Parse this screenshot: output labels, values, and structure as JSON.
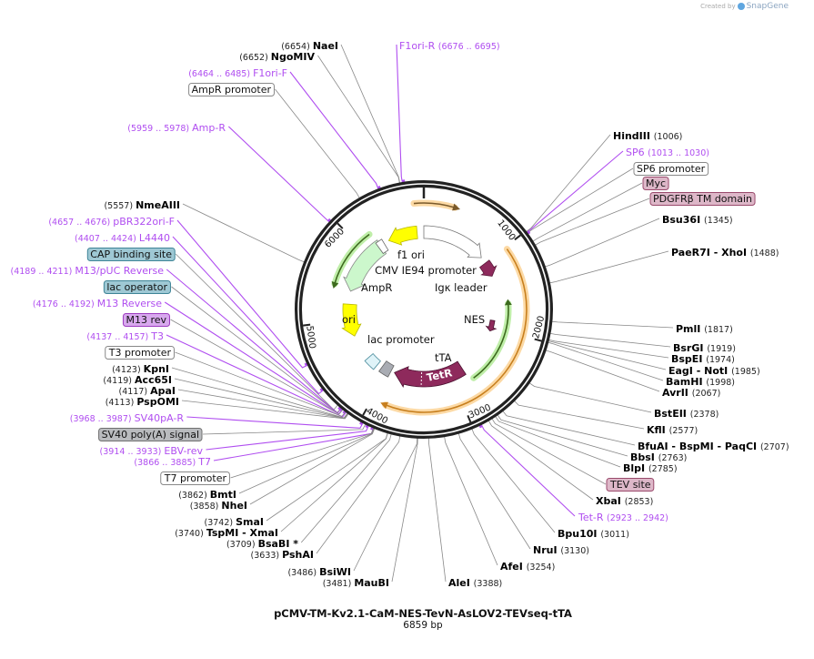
{
  "credit": {
    "prefix": "Created by",
    "brand": "SnapGene"
  },
  "plasmid": {
    "name": "pCMV-TM-Kv2.1-CaM-NES-TevN-AsLOV2-TEVseq-tTA",
    "length_label": "6859 bp",
    "length": 6859
  },
  "colors": {
    "primer": "#b04ef0",
    "site_line": "#888888"
  },
  "ticks": [
    "1000",
    "2000",
    "3000",
    "4000",
    "5000",
    "6000"
  ],
  "labels": [
    {
      "type": "enzyme",
      "name": "NaeI",
      "pos": 6654
    },
    {
      "type": "enzyme",
      "name": "NgoMIV",
      "pos": 6652
    },
    {
      "type": "primer",
      "name": "F1ori-F",
      "range": "6464 .. 6485",
      "pos": 6464
    },
    {
      "type": "feature",
      "name": "AmpR promoter",
      "style": "plain"
    },
    {
      "type": "primer",
      "name": "Amp-R",
      "range": "5959 .. 5978",
      "pos": 5959
    },
    {
      "type": "enzyme",
      "name": "NmeAIII",
      "pos": 5557
    },
    {
      "type": "primer",
      "name": "pBR322ori-F",
      "range": "4657 .. 4676",
      "pos": 4657
    },
    {
      "type": "primer",
      "name": "L4440",
      "range": "4407 .. 4424",
      "pos": 4407
    },
    {
      "type": "feature",
      "name": "CAP binding site",
      "style": "teal"
    },
    {
      "type": "primer",
      "name": "M13/pUC Reverse",
      "range": "4189 .. 4211",
      "pos": 4189
    },
    {
      "type": "feature",
      "name": "lac operator",
      "style": "teal"
    },
    {
      "type": "primer",
      "name": "M13 Reverse",
      "range": "4176 .. 4192",
      "pos": 4176
    },
    {
      "type": "feature",
      "name": "M13 rev",
      "style": "violet"
    },
    {
      "type": "primer",
      "name": "T3",
      "range": "4137 .. 4157",
      "pos": 4137
    },
    {
      "type": "feature",
      "name": "T3 promoter",
      "style": "plain"
    },
    {
      "type": "enzyme",
      "name": "KpnI",
      "pos": 4123
    },
    {
      "type": "enzyme",
      "name": "Acc65I",
      "pos": 4119
    },
    {
      "type": "enzyme",
      "name": "ApaI",
      "pos": 4117
    },
    {
      "type": "enzyme",
      "name": "PspOMI",
      "pos": 4113
    },
    {
      "type": "primer",
      "name": "SV40pA-R",
      "range": "3968 .. 3987",
      "pos": 3968
    },
    {
      "type": "feature",
      "name": "SV40 poly(A) signal",
      "style": "grey"
    },
    {
      "type": "primer",
      "name": "EBV-rev",
      "range": "3914 .. 3933",
      "pos": 3914
    },
    {
      "type": "primer",
      "name": "T7",
      "range": "3866 .. 3885",
      "pos": 3866
    },
    {
      "type": "feature",
      "name": "T7 promoter",
      "style": "plain"
    },
    {
      "type": "enzyme",
      "name": "BmtI",
      "pos": 3862
    },
    {
      "type": "enzyme",
      "name": "NheI",
      "pos": 3858
    },
    {
      "type": "enzyme",
      "name": "SmaI",
      "pos": 3742
    },
    {
      "type": "enzyme",
      "name": "TspMI   - XmaI",
      "pos": 3740
    },
    {
      "type": "enzyme",
      "name": "BsaBI *",
      "pos": 3709
    },
    {
      "type": "enzyme",
      "name": "PshAI",
      "pos": 3633
    },
    {
      "type": "enzyme",
      "name": "BsiWI",
      "pos": 3486
    },
    {
      "type": "enzyme",
      "name": "MauBI",
      "pos": 3481
    },
    {
      "type": "primer",
      "name": "F1ori-R",
      "range": "6676 .. 6695",
      "pos": 6676
    },
    {
      "type": "enzyme",
      "name": "AleI",
      "pos": 3388
    },
    {
      "type": "enzyme",
      "name": "AfeI",
      "pos": 3254
    },
    {
      "type": "enzyme",
      "name": "NruI",
      "pos": 3130
    },
    {
      "type": "enzyme",
      "name": "Bpu10I",
      "pos": 3011
    },
    {
      "type": "primer",
      "name": "Tet-R",
      "range": "2923 .. 2942",
      "pos": 2923
    },
    {
      "type": "enzyme",
      "name": "XbaI",
      "pos": 2853
    },
    {
      "type": "feature",
      "name": "TEV site",
      "style": "pink"
    },
    {
      "type": "enzyme",
      "name": "BlpI",
      "pos": 2785
    },
    {
      "type": "enzyme",
      "name": "BbsI",
      "pos": 2763
    },
    {
      "type": "enzyme",
      "name": "BfuAI   - BspMI   - PaqCI",
      "pos": 2707
    },
    {
      "type": "enzyme",
      "name": "KflI",
      "pos": 2577
    },
    {
      "type": "enzyme",
      "name": "BstEII",
      "pos": 2378
    },
    {
      "type": "enzyme",
      "name": "AvrII",
      "pos": 2067
    },
    {
      "type": "enzyme",
      "name": "BamHI",
      "pos": 1998
    },
    {
      "type": "enzyme",
      "name": "EagI   - NotI",
      "pos": 1985
    },
    {
      "type": "enzyme",
      "name": "BspEI",
      "pos": 1974
    },
    {
      "type": "enzyme",
      "name": "BsrGI",
      "pos": 1919
    },
    {
      "type": "enzyme",
      "name": "PmlI",
      "pos": 1817
    },
    {
      "type": "enzyme",
      "name": "PaeR7I   - XhoI",
      "pos": 1488
    },
    {
      "type": "enzyme",
      "name": "Bsu36I",
      "pos": 1345
    },
    {
      "type": "feature",
      "name": "PDGFRβ TM domain",
      "style": "pink"
    },
    {
      "type": "feature",
      "name": "Myc",
      "style": "pink"
    },
    {
      "type": "feature",
      "name": "SP6 promoter",
      "style": "plain"
    },
    {
      "type": "primer",
      "name": "SP6",
      "range": "1013 .. 1030",
      "pos": 1013
    },
    {
      "type": "enzyme",
      "name": "HindIII",
      "pos": 1006
    }
  ],
  "map_features": {
    "f1_ori": {
      "label": "f1 ori",
      "color": "#ffff00"
    },
    "cmv": {
      "label": "CMV IE94 promoter",
      "color": "#ffffff"
    },
    "igk": {
      "label": "Igκ leader",
      "color": "#8e2a5c"
    },
    "ampr": {
      "label": "AmpR",
      "color": "#ccf7cc"
    },
    "ori": {
      "label": "ori",
      "color": "#ffff00"
    },
    "lac": {
      "label": "lac promoter",
      "color": "#ffffff"
    },
    "tta": {
      "label": "tTA",
      "color": "#8e2a5c"
    },
    "tetr": {
      "label": "TetR",
      "color": "#8e2a5c"
    },
    "nes": {
      "label": "NES",
      "color": "#8e2a5c"
    }
  }
}
